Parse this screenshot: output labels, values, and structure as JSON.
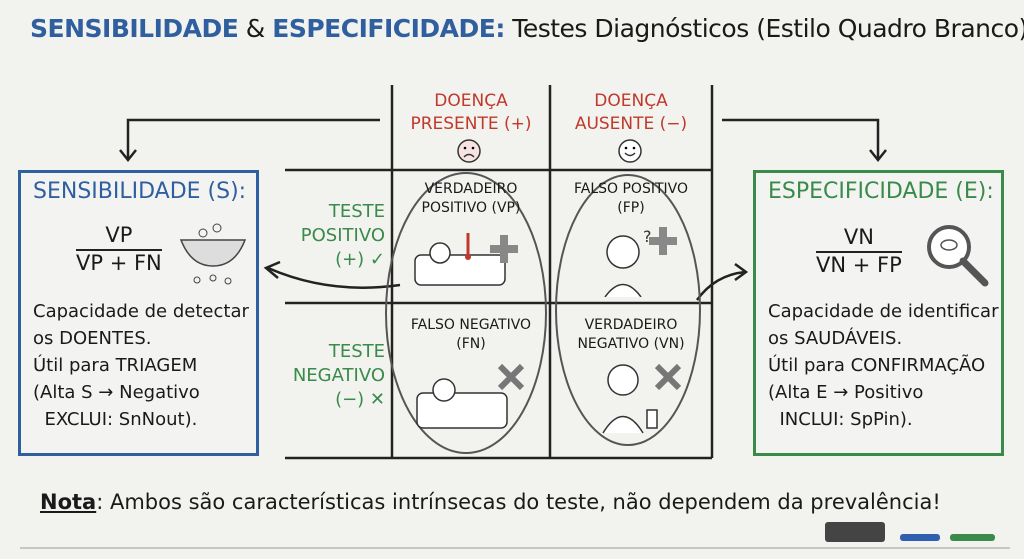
{
  "title": {
    "part1": "SENSIBILIDADE",
    "amp": "&",
    "part2": "ESPECIFICIDADE",
    "colon": ":",
    "rest": "Testes Diagnósticos (Estilo Quadro Branco)"
  },
  "columns": [
    {
      "line1": "DOENÇA",
      "line2": "PRESENTE (+)",
      "icon": "sad-face-icon"
    },
    {
      "line1": "DOENÇA",
      "line2": "AUSENTE (−)",
      "icon": "happy-face-icon"
    }
  ],
  "rows": [
    {
      "line1": "TESTE",
      "line2": "POSITIVO",
      "line3": "(+) ✓"
    },
    {
      "line1": "TESTE",
      "line2": "NEGATIVO",
      "line3": "(−) ✕"
    }
  ],
  "cells": {
    "vp": {
      "line1": "VERDADEIRO",
      "line2": "POSITIVO (VP)"
    },
    "fp": {
      "line1": "FALSO POSITIVO",
      "line2": "(FP)",
      "mark": "?"
    },
    "fn": {
      "line1": "FALSO NEGATIVO",
      "line2": "(FN)"
    },
    "vn": {
      "line1": "VERDADEIRO",
      "line2": "NEGATIVO (VN)"
    }
  },
  "sensitivity": {
    "title": "SENSIBILIDADE (S):",
    "numerator": "VP",
    "denominator": "VP + FN",
    "lines": [
      "Capacidade de detectar",
      "os DOENTES.",
      "Útil para TRIAGEM",
      "(Alta S → Negativo",
      "  EXCLUI: SnNout)."
    ]
  },
  "specificity": {
    "title": "ESPECIFICIDADE (E):",
    "numerator": "VN",
    "denominator": "VN + FP",
    "lines": [
      "Capacidade de identificar",
      "os SAUDÁVEIS.",
      "Útil para CONFIRMAÇÃO",
      "(Alta E → Positivo",
      "  INCLUI: SpPin)."
    ]
  },
  "note": {
    "label": "Nota",
    "text": ": Ambos são características intrínsecas do teste, não dependem da prevalência!"
  },
  "colors": {
    "blue": "#2f5f9e",
    "green": "#3a8a4a",
    "red": "#c0392b"
  }
}
